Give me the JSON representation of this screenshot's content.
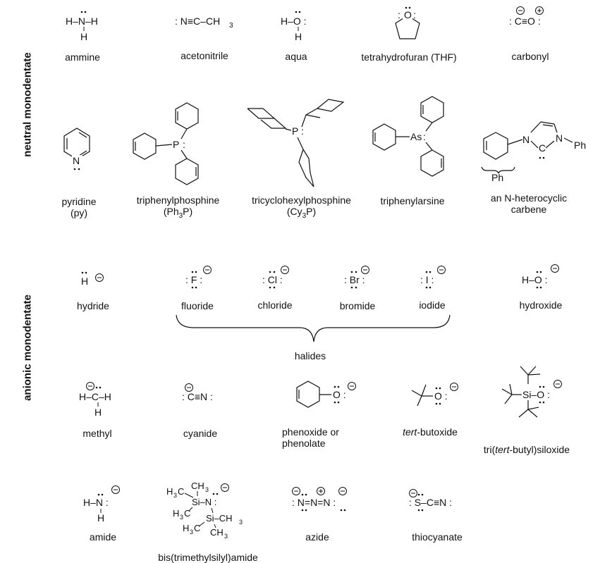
{
  "sections": {
    "neutral": "neutral monodentate",
    "anionic": "anionic monodentate"
  },
  "labels": {
    "ammine": "ammine",
    "acetonitrile": "acetonitrile",
    "aqua": "aqua",
    "thf": "tetrahydrofuran (THF)",
    "carbonyl": "carbonyl",
    "pyridine": "pyridine",
    "pyridine_abbr": "(py)",
    "tpp": "triphenylphosphine",
    "tpp_formula_pre": "(Ph",
    "tpp_formula_sub": "3",
    "tpp_formula_post": "P)",
    "tcp": "tricyclohexylphosphine",
    "tcp_formula_pre": "(Cy",
    "tcp_formula_sub": "3",
    "tcp_formula_post": "P)",
    "tpa": "triphenylarsine",
    "nhc_line1": "an N-heterocyclic",
    "nhc_line2": "carbene",
    "hydride": "hydride",
    "fluoride": "fluoride",
    "chloride": "chloride",
    "bromide": "bromide",
    "iodide": "iodide",
    "hydroxide": "hydroxide",
    "halides": "halides",
    "methyl": "methyl",
    "cyanide": "cyanide",
    "phenoxide_line1": "phenoxide or",
    "phenoxide_line2": "phenolate",
    "tbutoxide_italic": "tert",
    "tbutoxide_rest": "-butoxide",
    "siloxide_pre": "tri(",
    "siloxide_italic": "tert",
    "siloxide_rest": "-butyl)siloxide",
    "amide": "amide",
    "hmds": "bis(trimethylsilyl)amide",
    "azide": "azide",
    "thiocyanate": "thiocyanate"
  },
  "structure_text": {
    "H": "H",
    "N": "N",
    "O": "O",
    "C": "C",
    "P": "P",
    "As": "As",
    "Si": "Si",
    "S": "S",
    "F": "F",
    "Cl": "Cl",
    "Br": "Br",
    "I": "I",
    "CH3": "CH",
    "H3C": "H",
    "three": "3",
    "Ph": "Ph",
    "minus": "−",
    "plus": "+",
    "colon": ":",
    "dash": "–",
    "triple": "≡",
    "double": "="
  },
  "colors": {
    "ink": "#111111",
    "background": "#ffffff"
  }
}
